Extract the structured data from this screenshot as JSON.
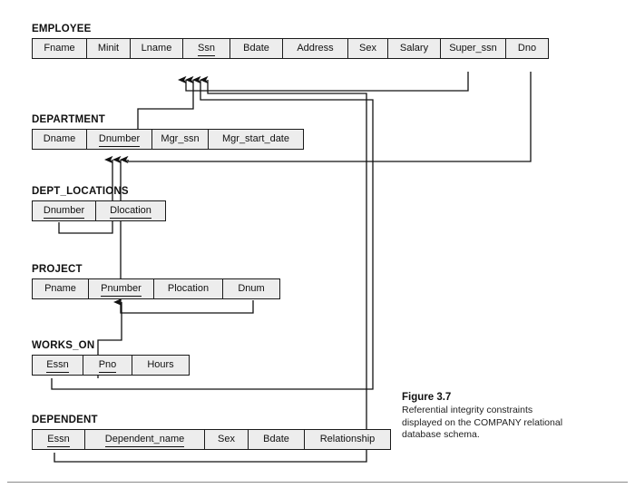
{
  "figure": {
    "label": "Figure 3.7",
    "caption": "Referential integrity constraints displayed on the COMPANY relational database schema."
  },
  "diagram": {
    "type": "relational-schema-referential-integrity",
    "relations": [
      {
        "name": "EMPLOYEE",
        "attributes": [
          {
            "name": "Fname",
            "key": false,
            "width": 60
          },
          {
            "name": "Minit",
            "key": false,
            "width": 48
          },
          {
            "name": "Lname",
            "key": false,
            "width": 58
          },
          {
            "name": "Ssn",
            "key": true,
            "width": 52
          },
          {
            "name": "Bdate",
            "key": false,
            "width": 58
          },
          {
            "name": "Address",
            "key": false,
            "width": 72
          },
          {
            "name": "Sex",
            "key": false,
            "width": 44
          },
          {
            "name": "Salary",
            "key": false,
            "width": 58
          },
          {
            "name": "Super_ssn",
            "key": false,
            "width": 72
          },
          {
            "name": "Dno",
            "key": false,
            "width": 46
          }
        ]
      },
      {
        "name": "DEPARTMENT",
        "attributes": [
          {
            "name": "Dname",
            "key": false,
            "width": 60
          },
          {
            "name": "Dnumber",
            "key": true,
            "width": 72
          },
          {
            "name": "Mgr_ssn",
            "key": false,
            "width": 62
          },
          {
            "name": "Mgr_start_date",
            "key": false,
            "width": 104
          }
        ]
      },
      {
        "name": "DEPT_LOCATIONS",
        "attributes": [
          {
            "name": "Dnumber",
            "key": true,
            "width": 70
          },
          {
            "name": "Dlocation",
            "key": true,
            "width": 76
          }
        ]
      },
      {
        "name": "PROJECT",
        "attributes": [
          {
            "name": "Pname",
            "key": false,
            "width": 62
          },
          {
            "name": "Pnumber",
            "key": true,
            "width": 72
          },
          {
            "name": "Plocation",
            "key": false,
            "width": 76
          },
          {
            "name": "Dnum",
            "key": false,
            "width": 62
          }
        ]
      },
      {
        "name": "WORKS_ON",
        "attributes": [
          {
            "name": "Essn",
            "key": true,
            "width": 56
          },
          {
            "name": "Pno",
            "key": true,
            "width": 54
          },
          {
            "name": "Hours",
            "key": false,
            "width": 62
          }
        ]
      },
      {
        "name": "DEPENDENT",
        "attributes": [
          {
            "name": "Essn",
            "key": true,
            "width": 58
          },
          {
            "name": "Dependent_name",
            "key": true,
            "width": 132
          },
          {
            "name": "Sex",
            "key": false,
            "width": 48
          },
          {
            "name": "Bdate",
            "key": false,
            "width": 62
          },
          {
            "name": "Relationship",
            "key": false,
            "width": 94
          }
        ]
      }
    ],
    "foreign_keys": [
      {
        "from_relation": "EMPLOYEE",
        "from_attribute": "Super_ssn",
        "to_relation": "EMPLOYEE",
        "to_attribute": "Ssn"
      },
      {
        "from_relation": "EMPLOYEE",
        "from_attribute": "Dno",
        "to_relation": "DEPARTMENT",
        "to_attribute": "Dnumber"
      },
      {
        "from_relation": "DEPARTMENT",
        "from_attribute": "Mgr_ssn",
        "to_relation": "EMPLOYEE",
        "to_attribute": "Ssn"
      },
      {
        "from_relation": "DEPT_LOCATIONS",
        "from_attribute": "Dnumber",
        "to_relation": "DEPARTMENT",
        "to_attribute": "Dnumber"
      },
      {
        "from_relation": "PROJECT",
        "from_attribute": "Dnum",
        "to_relation": "DEPARTMENT",
        "to_attribute": "Dnumber"
      },
      {
        "from_relation": "WORKS_ON",
        "from_attribute": "Essn",
        "to_relation": "EMPLOYEE",
        "to_attribute": "Ssn"
      },
      {
        "from_relation": "WORKS_ON",
        "from_attribute": "Pno",
        "to_relation": "PROJECT",
        "to_attribute": "Pnumber"
      },
      {
        "from_relation": "DEPENDENT",
        "from_attribute": "Essn",
        "to_relation": "EMPLOYEE",
        "to_attribute": "Ssn"
      }
    ]
  },
  "colors": {
    "line": "#1a1a1a",
    "cell_fill": "#ededed",
    "rule": "#8a8a8a"
  }
}
